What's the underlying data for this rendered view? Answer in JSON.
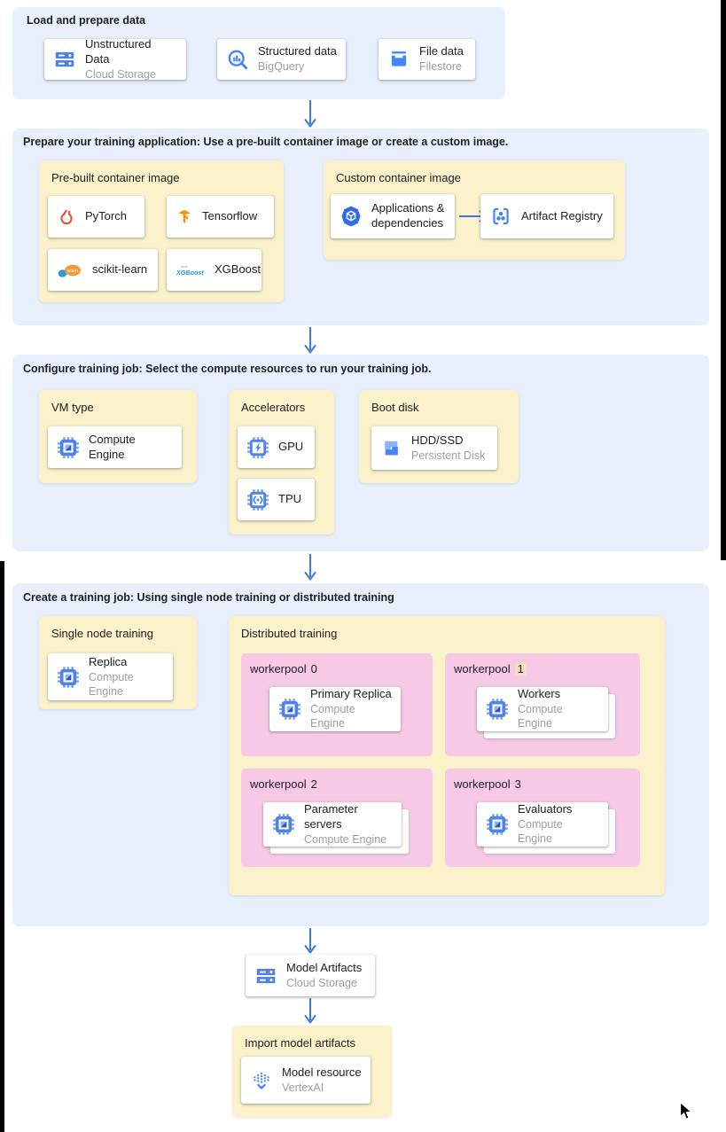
{
  "colors": {
    "section_bg": "#e8f0fe",
    "panel_yellow": "#fbf1ca",
    "pool_pink": "#f7c9e6",
    "arrow_blue": "#3b78e7",
    "icon_blue": "#4285f4",
    "number_highlight": "#f5dec0"
  },
  "sections": {
    "load": {
      "title": "Load and prepare data",
      "cards": [
        {
          "title": "Unstructured Data",
          "subtitle": "Cloud Storage",
          "icon": "cloud-storage-icon"
        },
        {
          "title": "Structured data",
          "subtitle": "BigQuery",
          "icon": "bigquery-icon"
        },
        {
          "title": "File data",
          "subtitle": "Filestore",
          "icon": "filestore-icon"
        }
      ]
    },
    "prepare": {
      "title": "Prepare your training application: Use a pre-built container image or create a custom image.",
      "prebuilt": {
        "label": "Pre-built container image",
        "cards": [
          {
            "title": "PyTorch",
            "icon": "pytorch-icon"
          },
          {
            "title": "Tensorflow",
            "icon": "tensorflow-icon"
          },
          {
            "title": "scikit-learn",
            "icon": "scikit-learn-icon"
          },
          {
            "title": "XGBoost",
            "icon": "xgboost-icon"
          }
        ]
      },
      "custom": {
        "label": "Custom container image",
        "source_card": {
          "title": "Applications & dependencies",
          "icon": "applications-icon"
        },
        "target_card": {
          "title": "Artifact Registry",
          "icon": "artifact-registry-icon"
        }
      }
    },
    "configure": {
      "title": "Configure training job: Select the compute resources to run your training job.",
      "vm_type": {
        "label": "VM type",
        "card": {
          "title": "Compute Engine",
          "icon": "compute-engine-icon"
        }
      },
      "accelerators": {
        "label": "Accelerators",
        "cards": [
          {
            "title": "GPU",
            "icon": "gpu-icon"
          },
          {
            "title": "TPU",
            "icon": "tpu-icon"
          }
        ]
      },
      "boot_disk": {
        "label": "Boot disk",
        "card": {
          "title": "HDD/SSD",
          "subtitle": "Persistent Disk",
          "icon": "persistent-disk-icon"
        }
      }
    },
    "create": {
      "title": "Create a training job: Using single node training or distributed training",
      "single_node": {
        "label": "Single node training",
        "card": {
          "title": "Replica",
          "subtitle": "Compute Engine",
          "icon": "compute-engine-icon"
        }
      },
      "distributed": {
        "label": "Distributed training",
        "workerpools": [
          {
            "name": "workerpool",
            "number": "0",
            "card": {
              "title": "Primary Replica",
              "subtitle": "Compute Engine"
            }
          },
          {
            "name": "workerpool",
            "number": "1",
            "card": {
              "title": "Workers",
              "subtitle": "Compute Engine"
            }
          },
          {
            "name": "workerpool",
            "number": "2",
            "card": {
              "title": "Parameter servers",
              "subtitle": "Compute Engine"
            }
          },
          {
            "name": "workerpool",
            "number": "3",
            "card": {
              "title": "Evaluators",
              "subtitle": "Compute Engine"
            }
          }
        ]
      }
    },
    "model_artifacts": {
      "card": {
        "title": "Model Artifacts",
        "subtitle": "Cloud Storage",
        "icon": "cloud-storage-icon"
      }
    },
    "import_model": {
      "label": "Import model artifacts",
      "card": {
        "title": "Model resource",
        "subtitle": "VertexAI",
        "icon": "vertex-ai-icon"
      }
    }
  }
}
